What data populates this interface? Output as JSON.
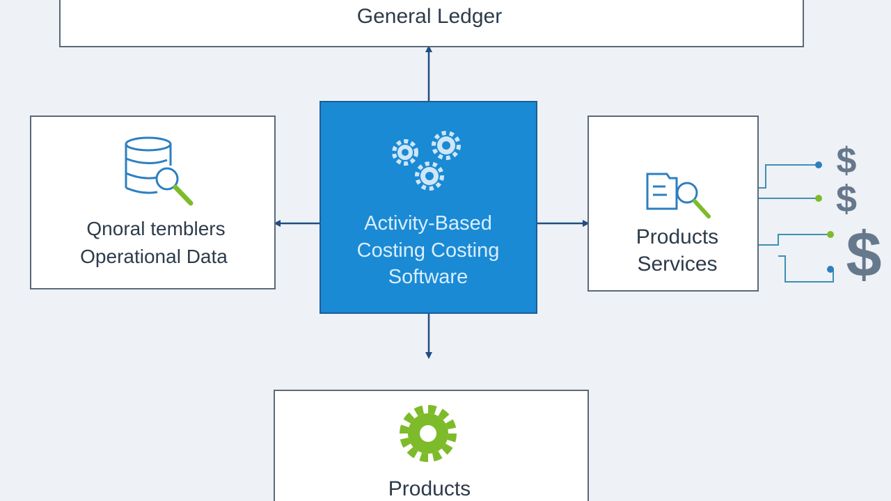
{
  "diagram": {
    "top_box": {
      "label": "General Ledger"
    },
    "left_box": {
      "label_line1": "Qnoral temblers",
      "label_line2": "Operational Data",
      "icon": "database-search-icon"
    },
    "center_box": {
      "label_line1": "Activity-Based",
      "label_line2": "Costing Costing",
      "label_line3": "Software",
      "icon": "gears-icon"
    },
    "right_box": {
      "label_line1": "Products",
      "label_line2": "Services",
      "icon": "document-search-icon"
    },
    "bottom_box": {
      "label": "Products",
      "icon": "gear-icon"
    },
    "dollar_signs": [
      "$",
      "$",
      "$"
    ],
    "colors": {
      "background": "#eef1f5",
      "box_fill": "#ffffff",
      "box_border": "#5a6878",
      "center_fill": "#1a8ad4",
      "arrow": "#1f4e80",
      "icon_blue": "#2d7fc0",
      "icon_green": "#7dbb2a",
      "teal_line": "#3d8fb5"
    }
  }
}
